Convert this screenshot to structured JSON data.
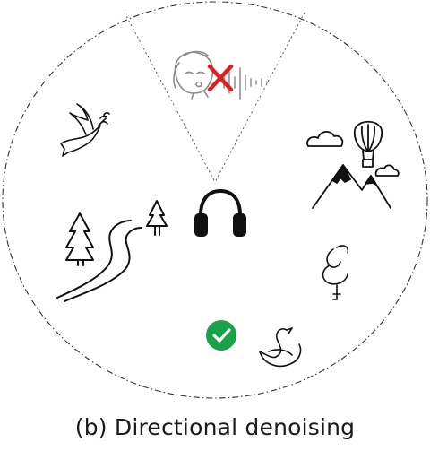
{
  "figure": {
    "caption": "(b) Directional denoising"
  },
  "icons": [
    {
      "name": "listener-headphones",
      "icon": "headphones-icon"
    },
    {
      "name": "blocked-speaker",
      "icon": "talking-person-icon"
    },
    {
      "name": "muted-marker",
      "icon": "red-x-icon"
    },
    {
      "name": "sound-wave",
      "icon": "sound-wave-icon"
    },
    {
      "name": "dove",
      "icon": "dove-icon"
    },
    {
      "name": "mountains-balloon",
      "icon": "mountain-balloon-icon"
    },
    {
      "name": "forest-river",
      "icon": "forest-river-icon"
    },
    {
      "name": "flamingo",
      "icon": "flamingo-icon"
    },
    {
      "name": "swan",
      "icon": "swan-icon"
    },
    {
      "name": "allowed-marker",
      "icon": "green-check-icon"
    }
  ],
  "colors": {
    "line": "#111111",
    "faded": "#9a9a9a",
    "reject": "#e02020",
    "accept": "#1aa24a"
  }
}
